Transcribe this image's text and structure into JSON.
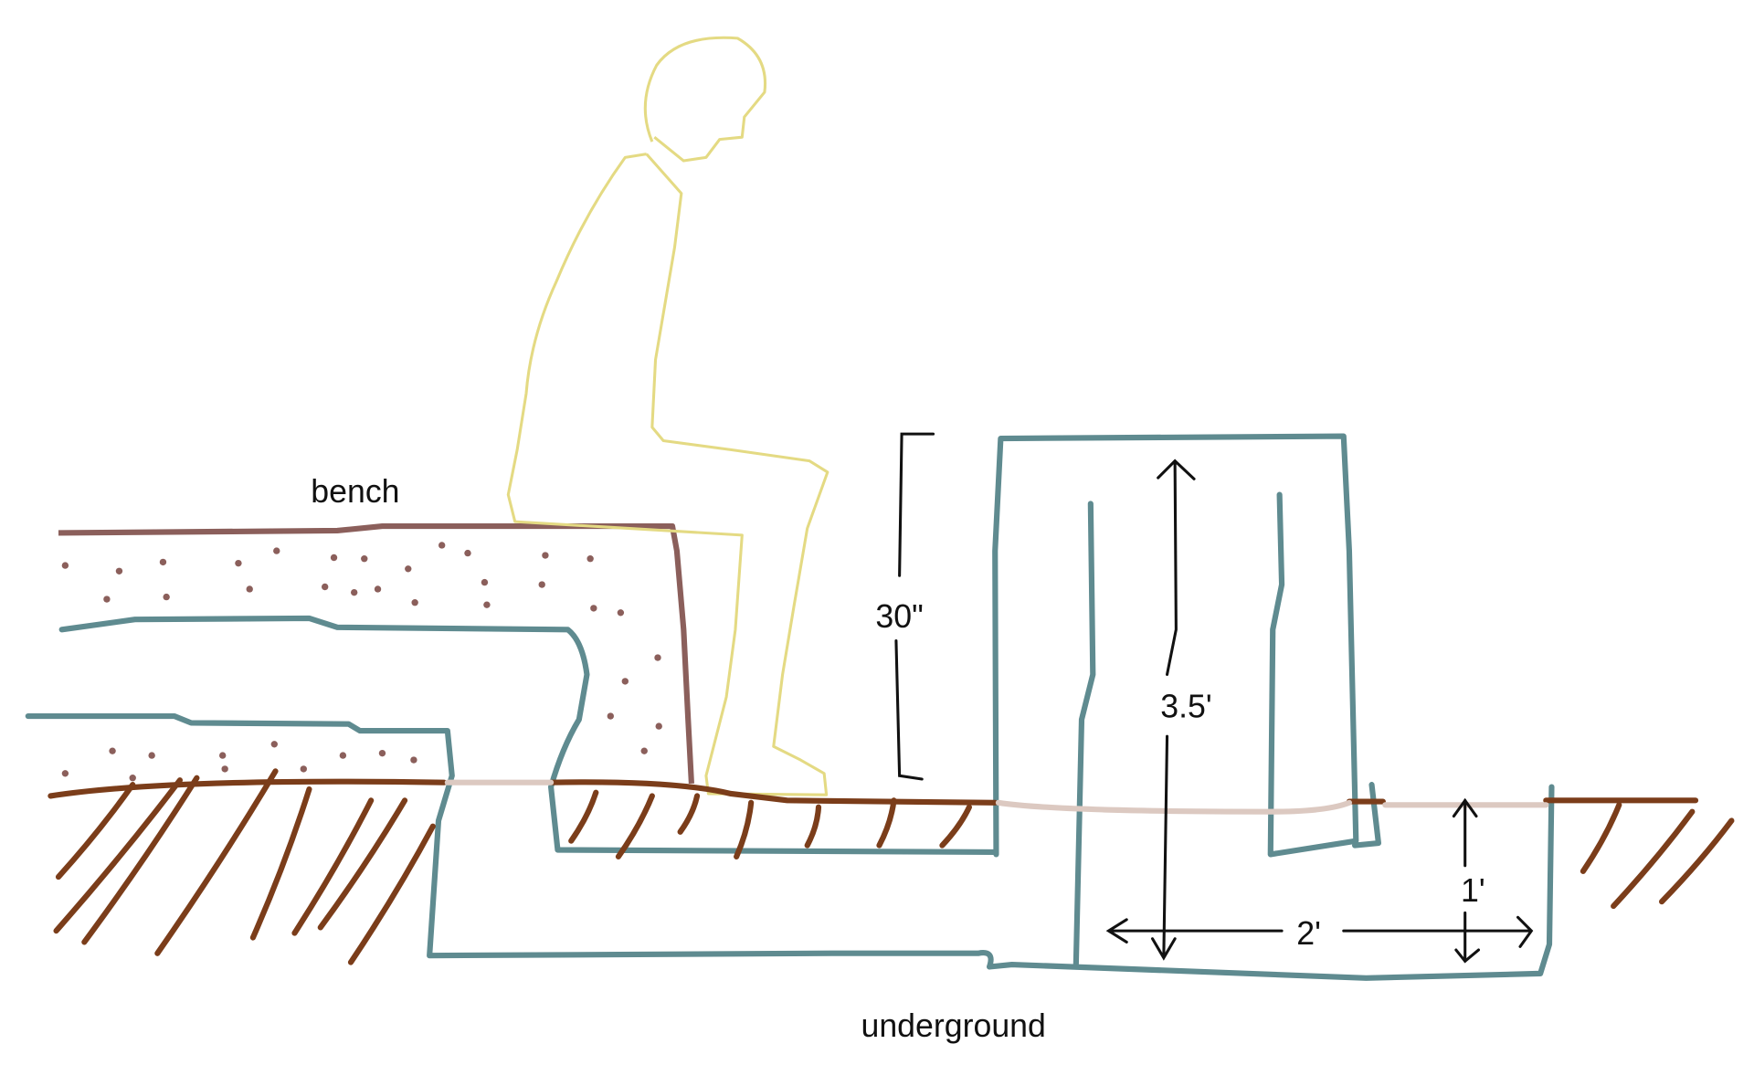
{
  "labels": {
    "bench": "bench",
    "underground": "underground",
    "height_30": "30\"",
    "height_3_5": "3.5'",
    "width_2": "2'",
    "height_1": "1'"
  },
  "colors": {
    "structure": "#5f8b90",
    "ground": "#7b3d1a",
    "ground_hidden": "#dcc9c1",
    "bench_top": "#8b5f5b",
    "person": "#e4da83",
    "dimension": "#111111"
  }
}
